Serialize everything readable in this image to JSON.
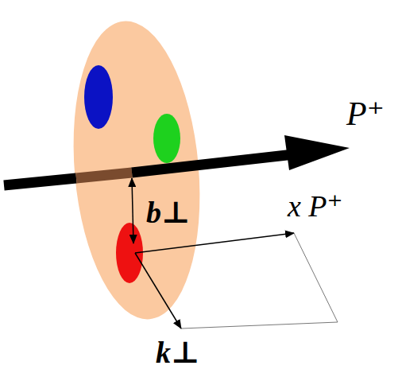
{
  "diagram": {
    "labels": [
      "P⁺",
      "b⊥",
      "x P⁺",
      "k⊥"
    ]
  }
}
